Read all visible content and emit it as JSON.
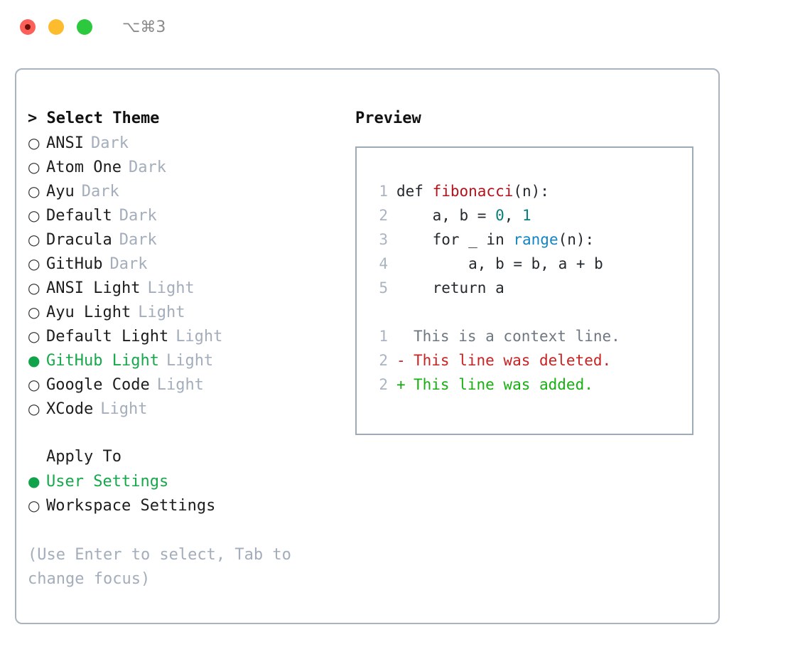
{
  "titlebar": {
    "shortcut": "⌥⌘3",
    "buttons": {
      "close": "close-button",
      "minimize": "minimize-button",
      "maximize": "maximize-button"
    }
  },
  "left": {
    "heading": "> Select Theme",
    "bullet_unselected": "○",
    "bullet_selected": "●",
    "themes": [
      {
        "name": "ANSI",
        "category": "Dark",
        "selected": false
      },
      {
        "name": "Atom One",
        "category": "Dark",
        "selected": false
      },
      {
        "name": "Ayu",
        "category": "Dark",
        "selected": false
      },
      {
        "name": "Default",
        "category": "Dark",
        "selected": false
      },
      {
        "name": "Dracula",
        "category": "Dark",
        "selected": false
      },
      {
        "name": "GitHub",
        "category": "Dark",
        "selected": false
      },
      {
        "name": "ANSI Light",
        "category": "Light",
        "selected": false
      },
      {
        "name": "Ayu Light",
        "category": "Light",
        "selected": false
      },
      {
        "name": "Default Light",
        "category": "Light",
        "selected": false
      },
      {
        "name": "GitHub Light",
        "category": "Light",
        "selected": true
      },
      {
        "name": "Google Code",
        "category": "Light",
        "selected": false
      },
      {
        "name": "XCode",
        "category": "Light",
        "selected": false
      }
    ],
    "apply_to": {
      "title": "Apply To",
      "options": [
        {
          "label": "User Settings",
          "selected": true
        },
        {
          "label": "Workspace Settings",
          "selected": false
        }
      ]
    },
    "hint": "(Use Enter to select, Tab to change focus)"
  },
  "right": {
    "heading": "Preview",
    "code": [
      {
        "num": "1",
        "segments": [
          {
            "text": "def ",
            "style": "plain"
          },
          {
            "text": "fibonacci",
            "style": "fn"
          },
          {
            "text": "(n):",
            "style": "plain"
          }
        ]
      },
      {
        "num": "2",
        "segments": [
          {
            "text": "    a, b = ",
            "style": "plain"
          },
          {
            "text": "0",
            "style": "num"
          },
          {
            "text": ", ",
            "style": "plain"
          },
          {
            "text": "1",
            "style": "num"
          }
        ]
      },
      {
        "num": "3",
        "segments": [
          {
            "text": "    for _ in ",
            "style": "plain"
          },
          {
            "text": "range",
            "style": "call"
          },
          {
            "text": "(n):",
            "style": "plain"
          }
        ]
      },
      {
        "num": "4",
        "segments": [
          {
            "text": "        a, b = b, a + b",
            "style": "plain"
          }
        ]
      },
      {
        "num": "5",
        "segments": [
          {
            "text": "    return a",
            "style": "plain"
          }
        ]
      }
    ],
    "diff": [
      {
        "num": "1",
        "mark": "",
        "text": "This is a context line.",
        "kind": "context"
      },
      {
        "num": "2",
        "mark": "-",
        "text": "This line was deleted.",
        "kind": "deleted"
      },
      {
        "num": "2",
        "mark": "+",
        "text": "This line was added.",
        "kind": "added"
      }
    ]
  },
  "colors": {
    "accent_green": "#16a84b",
    "muted": "#a3adbb",
    "border": "#aab3c0",
    "diff_add": "#16b010",
    "diff_del": "#c82222",
    "syntax_function": "#b3121a",
    "syntax_number": "#0a7d7d",
    "syntax_call": "#1184c4"
  }
}
